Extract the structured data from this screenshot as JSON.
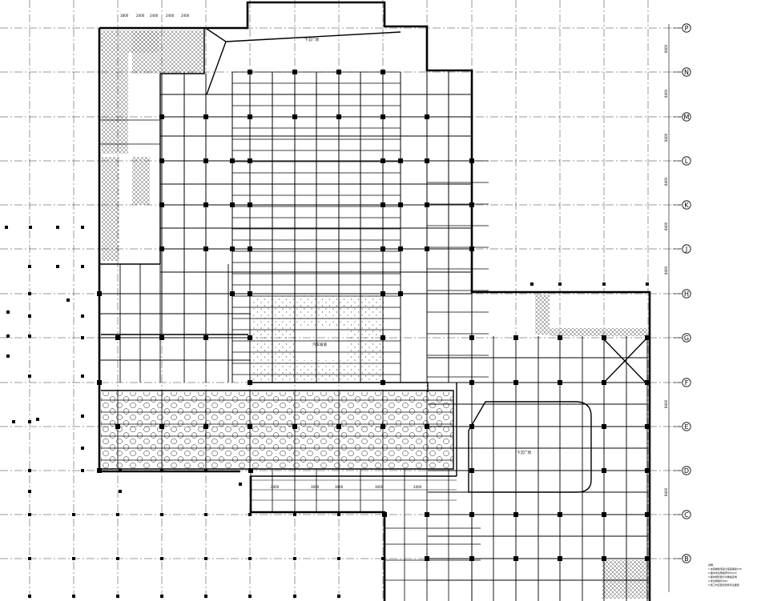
{
  "drawing": {
    "axis_labels": [
      "P",
      "N",
      "M",
      "L",
      "K",
      "J",
      "H",
      "G",
      "F",
      "E",
      "D",
      "C",
      "B"
    ],
    "room_labels": [
      "下沉广场",
      "下沉广场",
      "汽车坡道"
    ],
    "top_dimensions": [
      "1800",
      "2400",
      "2400",
      "2400",
      "2400"
    ],
    "right_dimensions": [
      "8400",
      "8400",
      "8400",
      "8400",
      "8400",
      "8400",
      "8400",
      "8400"
    ],
    "mid_dimensions": [
      "2400",
      "3000",
      "3000",
      "3000",
      "2400"
    ],
    "notes": [
      "说明:",
      "1.本层楼板混凝土强度等级C35",
      "2.图中未注明板厚均为120",
      "3.图中阴影部分为降板区域",
      "4.未注明梁均为KL",
      "5.施工时应配合建筑专业图纸"
    ],
    "colors": {
      "ink": "#000000",
      "paper": "#ffffff"
    }
  }
}
